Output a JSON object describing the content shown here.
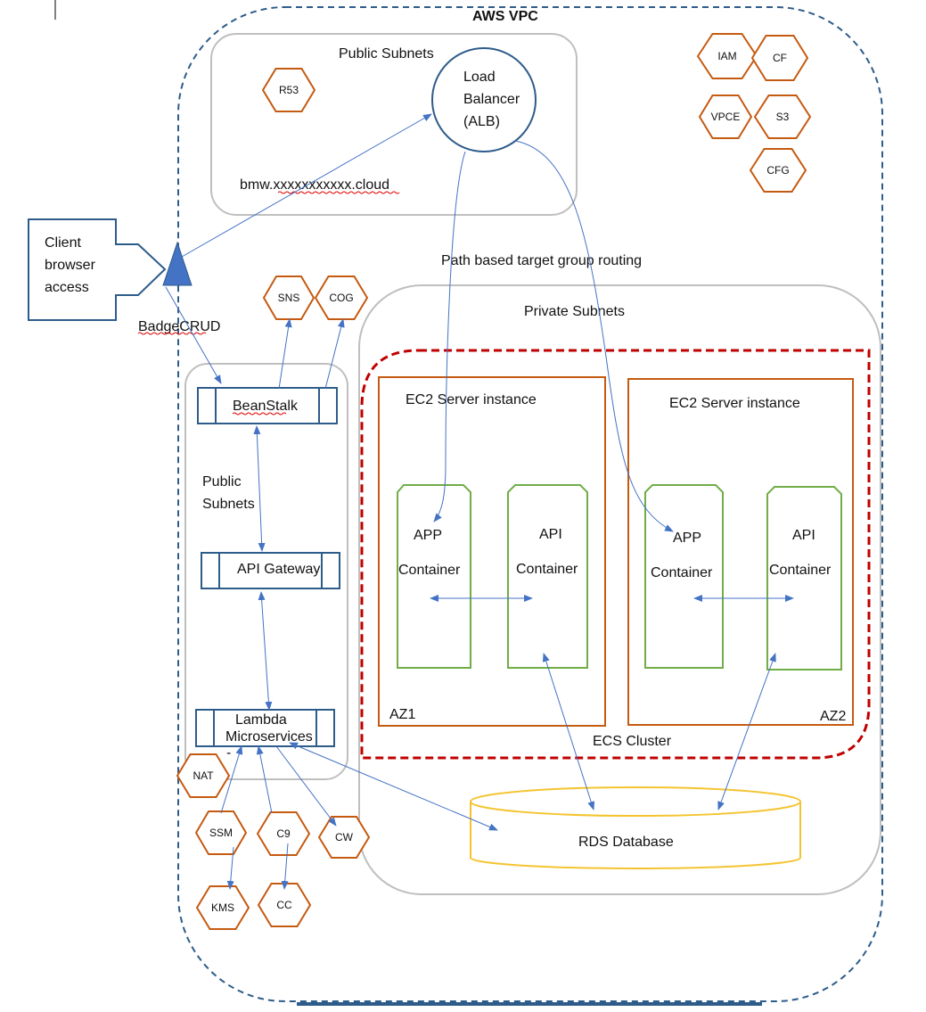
{
  "vpc": {
    "title": "AWS VPC"
  },
  "public_subnet_top": {
    "title": "Public Subnets",
    "domain": "bmw.xxxxxxxxxxx.cloud"
  },
  "load_balancer": {
    "line1": "Load",
    "line2": "Balancer",
    "line3": "(ALB)"
  },
  "client": {
    "line1": "Client",
    "line2": "browser",
    "line3": "access"
  },
  "badge_label": "BadgeCRUD",
  "routing_label": "Path based target group routing",
  "private_subnet": {
    "title": "Private Subnets"
  },
  "public_subnet_left": {
    "line1": "Public",
    "line2": "Subnets"
  },
  "services": {
    "beanstalk": "BeanStalk",
    "api_gateway": "API Gateway",
    "lambda_line1": "Lambda",
    "lambda_line2": "Microservices",
    "dash": "-"
  },
  "ec2_left": {
    "title": "EC2 Server instance",
    "az": "AZ1"
  },
  "ec2_right": {
    "title": "EC2 Server instance",
    "az": "AZ2"
  },
  "containers": {
    "app_line1": "APP",
    "api_line1": "API",
    "line2": "Container"
  },
  "ecs_cluster": "ECS Cluster",
  "rds": "RDS Database",
  "hexagons": {
    "r53": "R53",
    "iam": "IAM",
    "cf": "CF",
    "vpce": "VPCE",
    "s3": "S3",
    "cfg": "CFG",
    "sns": "SNS",
    "cog": "COG",
    "nat": "NAT",
    "ssm": "SSM",
    "c9": "C9",
    "cw": "CW",
    "kms": "KMS",
    "cc": "CC"
  },
  "colors": {
    "vpc_border": "#2e5c8a",
    "subnet_border": "#bfbfbf",
    "hex_border": "#c55a11",
    "ec2_border": "#c55a11",
    "container_border": "#70ad47",
    "ecs_border": "#c00000",
    "rds_border": "#f4c430",
    "arrow": "#4472c4",
    "client_border": "#2e5c8a"
  }
}
